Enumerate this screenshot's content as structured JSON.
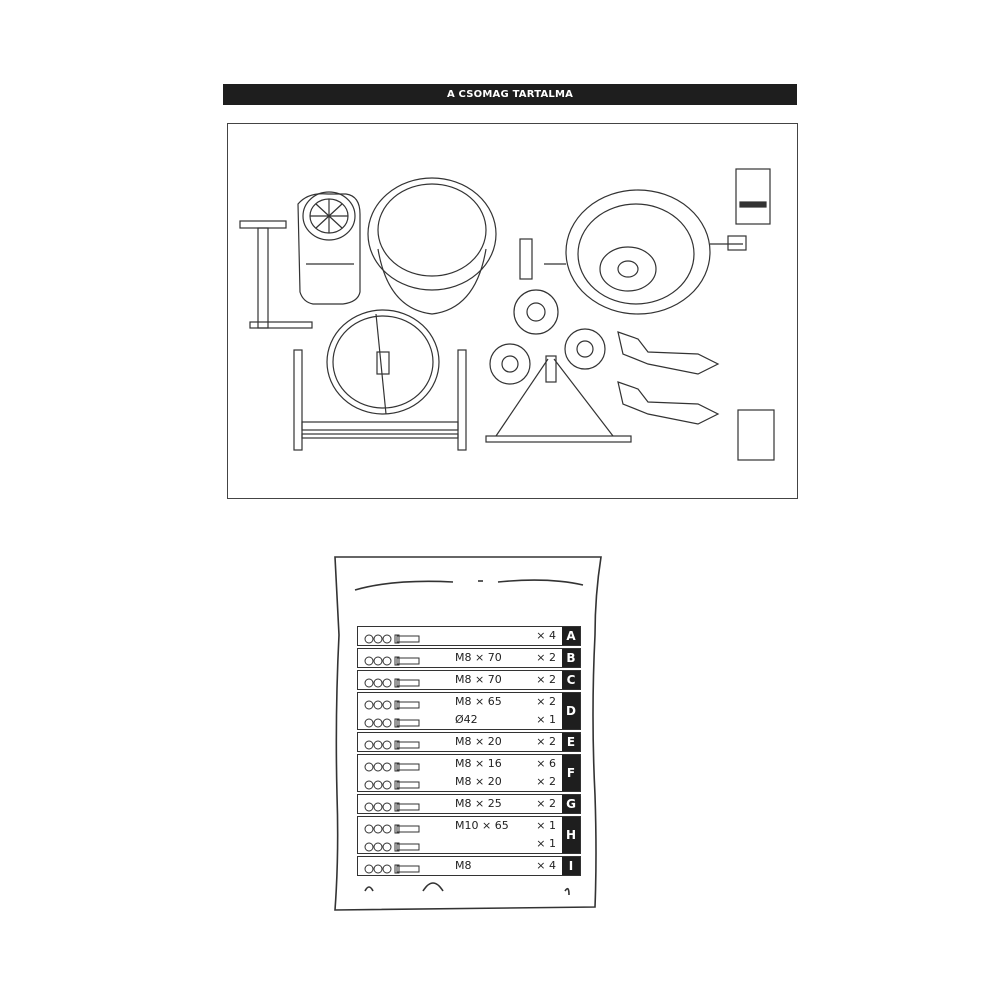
{
  "header": {
    "title": "A CSOMAG TARTALMA"
  },
  "hardware": [
    {
      "letter": "A",
      "lines": [
        {
          "spec": "",
          "qty": "× 4"
        }
      ]
    },
    {
      "letter": "B",
      "lines": [
        {
          "spec": "M8 × 70",
          "qty": "× 2"
        }
      ]
    },
    {
      "letter": "C",
      "lines": [
        {
          "spec": "M8 × 70",
          "qty": "× 2"
        }
      ]
    },
    {
      "letter": "D",
      "lines": [
        {
          "spec": "M8 × 65",
          "qty": "× 2"
        },
        {
          "spec": "Ø42",
          "qty": "× 1"
        }
      ]
    },
    {
      "letter": "E",
      "lines": [
        {
          "spec": "M8 × 20",
          "qty": "× 2"
        }
      ]
    },
    {
      "letter": "F",
      "lines": [
        {
          "spec": "M8 × 16",
          "qty": "× 6"
        },
        {
          "spec": "M8 × 20",
          "qty": "× 2"
        }
      ]
    },
    {
      "letter": "G",
      "lines": [
        {
          "spec": "M8 × 25",
          "qty": "× 2"
        }
      ]
    },
    {
      "letter": "H",
      "lines": [
        {
          "spec": "M10 × 65",
          "qty": "× 1"
        },
        {
          "spec": "",
          "qty": "× 1"
        }
      ]
    },
    {
      "letter": "I",
      "lines": [
        {
          "spec": "M8",
          "qty": "× 4"
        }
      ]
    }
  ]
}
